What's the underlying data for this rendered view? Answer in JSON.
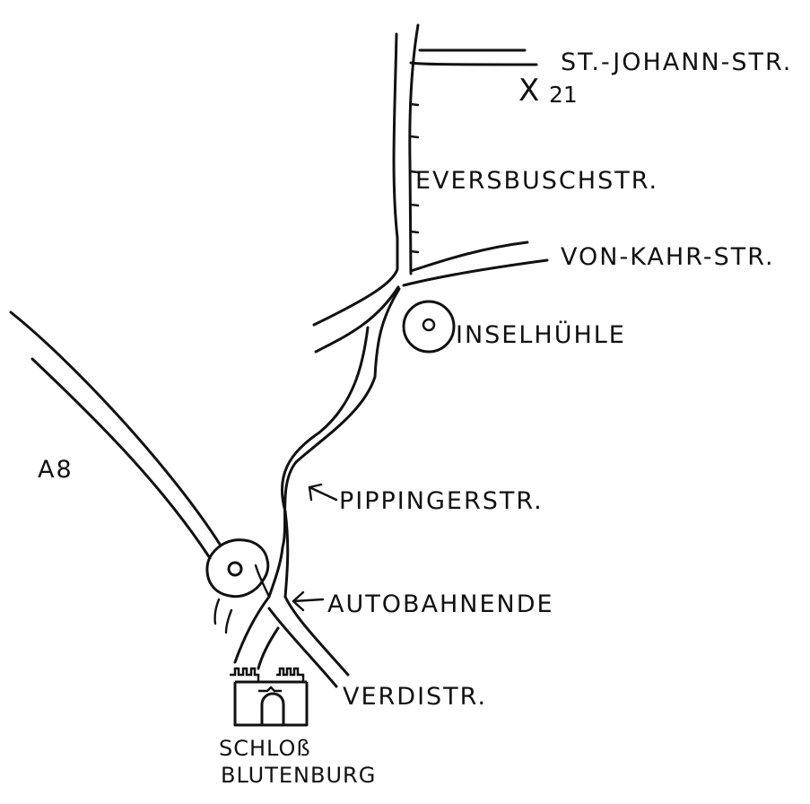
{
  "streets": {
    "st_johann": "ST.-JOHANN-STR.",
    "eversbusch": "EVERSBUSCHSTR.",
    "von_kahr": "VON-KAHR-STR.",
    "pippinger": "PIPPINGERSTR.",
    "verdi": "VERDISTR.",
    "motorway": "A8"
  },
  "landmarks": {
    "inselmuehle": "INSELHÜHLE",
    "autobahnende": "AUTOBAHNENDE",
    "schloss_line1": "SCHLOß",
    "schloss_line2": "BLUTENBURG"
  },
  "destination": {
    "symbol": "X",
    "number": "21"
  }
}
